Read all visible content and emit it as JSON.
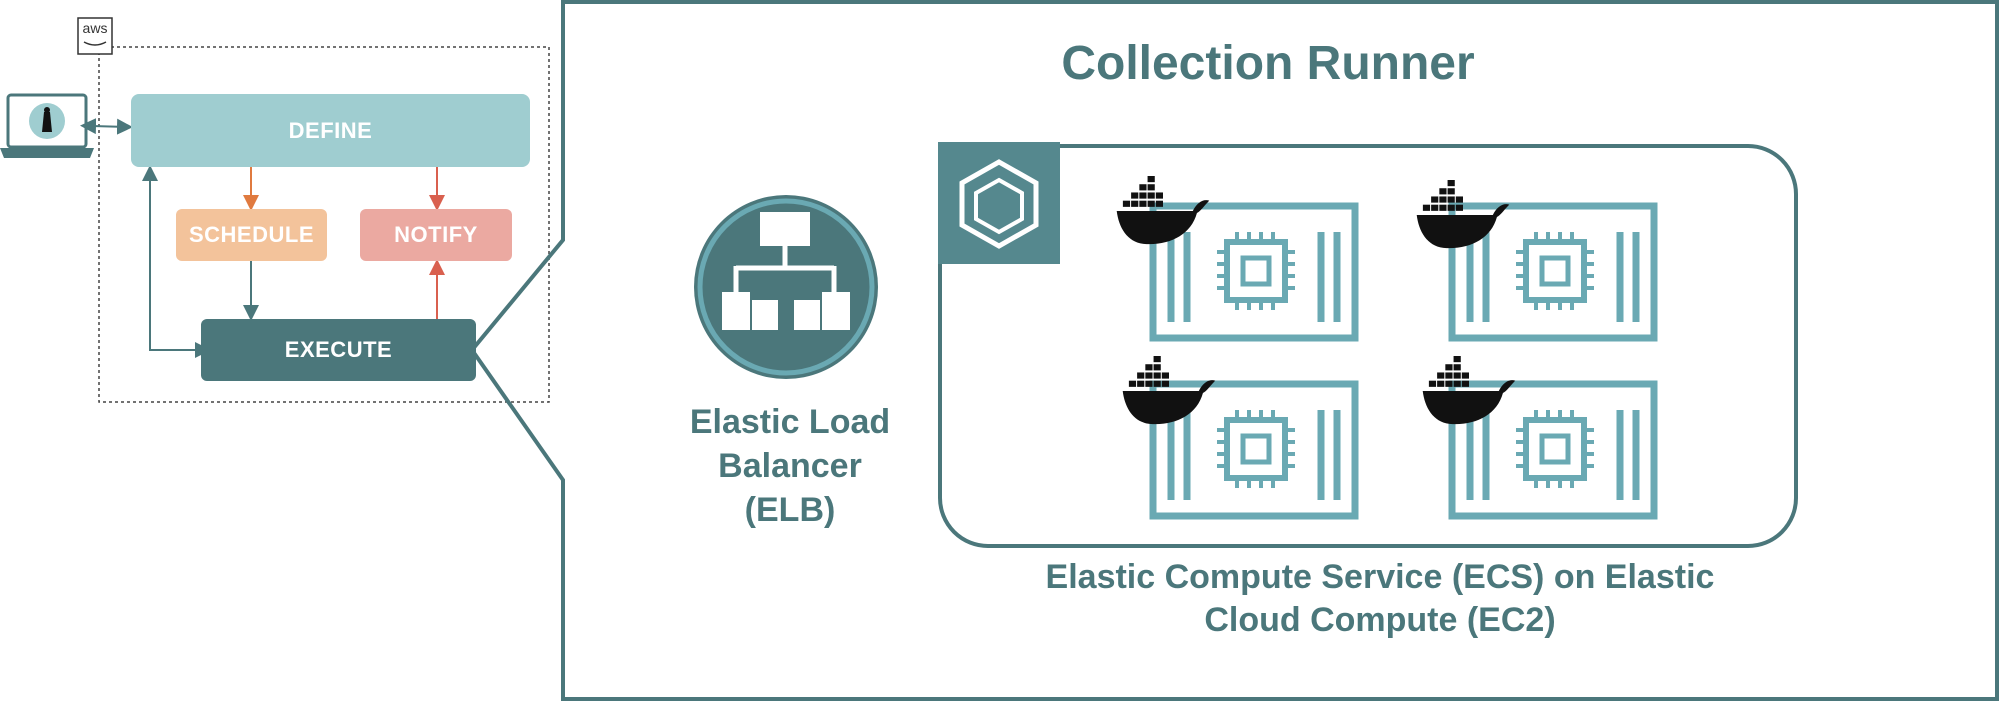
{
  "aws_badge": {
    "label": "aws",
    "icon": "aws-logo-icon"
  },
  "workflow": {
    "define": "DEFINE",
    "schedule": "SCHEDULE",
    "notify": "NOTIFY",
    "execute": "EXECUTE"
  },
  "runner": {
    "title": "Collection Runner",
    "elb_label_lines": [
      "Elastic Load",
      "Balancer",
      "(ELB)"
    ],
    "ecs_label_lines": [
      "Elastic Compute Service (ECS) on Elastic",
      "Cloud Compute (EC2)"
    ]
  },
  "icons": {
    "laptop": "laptop-icon",
    "elb": "load-balancer-icon",
    "ecs": "ecs-icon",
    "docker": "docker-whale-icon",
    "ec2": "ec2-instance-icon"
  },
  "colors": {
    "teal_dark": "#4b777b",
    "teal_light": "#9fcdd0",
    "schedule": "#f3c39b",
    "notify": "#eba9a1",
    "arrow_orange": "#e07a3f",
    "arrow_red": "#d9604f",
    "ec2_stroke": "#6aa9b3"
  }
}
